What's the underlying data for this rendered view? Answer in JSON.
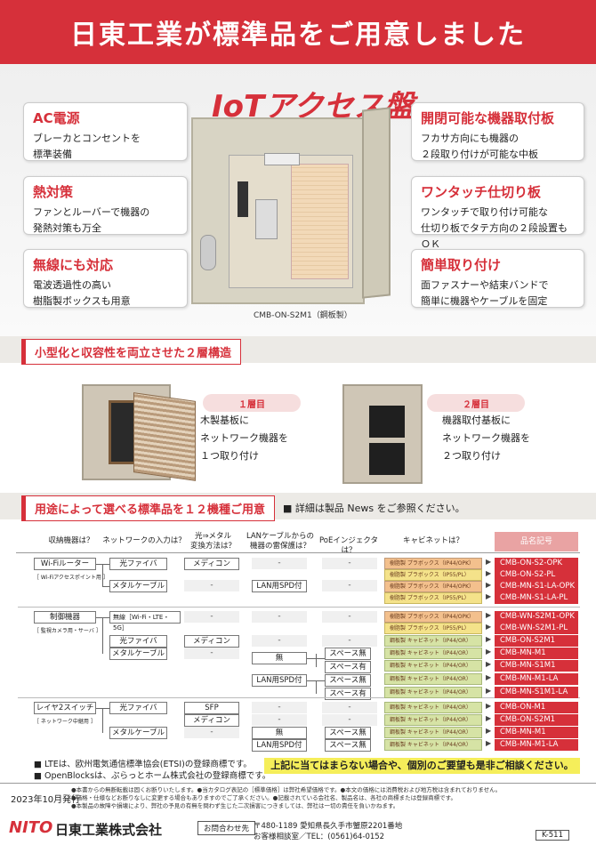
{
  "banner": {
    "title": "日東工業が標準品をご用意しました"
  },
  "hero": {
    "title": "IoTアクセス盤",
    "model": "CMB-ON-S2M1（鋼板製）",
    "features_left": [
      {
        "title": "AC電源",
        "lines": [
          "ブレーカとコンセントを",
          "標準装備"
        ]
      },
      {
        "title": "熱対策",
        "lines": [
          "ファンとルーバーで機器の",
          "発熱対策も万全"
        ]
      },
      {
        "title": "無線にも対応",
        "lines": [
          "電波透過性の高い",
          "樹脂製ボックスも用意"
        ]
      }
    ],
    "features_right": [
      {
        "title": "開閉可能な機器取付板",
        "lines": [
          "フカサ方向にも機器の",
          "２段取り付けが可能な中板"
        ]
      },
      {
        "title": "ワンタッチ仕切り板",
        "lines": [
          "ワンタッチで取り付け可能な",
          "仕切り板でタテ方向の２段設置もＯＫ"
        ]
      },
      {
        "title": "簡単取り付け",
        "lines": [
          "面ファスナーや結束バンドで",
          "簡単に機器やケーブルを固定"
        ]
      }
    ]
  },
  "layers": {
    "section_title": "小型化と収容性を両立させた２層構造",
    "items": [
      {
        "label": "１層目",
        "lines": [
          "木製基板に",
          "ネットワーク機器を",
          "１つ取り付け"
        ]
      },
      {
        "label": "２層目",
        "lines": [
          "機器取付基板に",
          "ネットワーク機器を",
          "２つ取り付け"
        ]
      }
    ]
  },
  "lineup": {
    "section_title": "用途によって選べる標準品を１２機種ご用意",
    "note": "■ 詳細は製品 News をご参照ください。",
    "headers": [
      "収納機器は？",
      "ネットワークの入力は？",
      "光⇒メタル\n変換方法は？",
      "LANケーブルからの\n機器の雷保護は？",
      "PoEインジェクタは？",
      "キャビネットは？",
      "品名記号"
    ],
    "devices": [
      {
        "name": "Wi-Fiルーター",
        "sub": "［ Wi-Fiアクセスポイント用 ］"
      },
      {
        "name": "制御機器",
        "sub": "［ 監視カメラ用・サーバ ］"
      },
      {
        "name": "レイヤ2スイッチ",
        "sub": "［ ネットワーク中継用 ］"
      }
    ],
    "inputs": [
      "光ファイバ",
      "メタルケーブル",
      "無線［Wi-Fi・LTE・5G］",
      "光ファイバ",
      "メタルケーブル",
      "光ファイバ",
      "メタルケーブル"
    ],
    "conv": [
      "メディコン",
      "SFP",
      "メディコン"
    ],
    "surge": [
      "LAN用SPD付",
      "無",
      "LAN用SPD付",
      "無",
      "LAN用SPD付"
    ],
    "poe": [
      "スペース無",
      "スペース有",
      "スペース無",
      "スペース有",
      "スペース無",
      "スペース無"
    ],
    "dash": "-",
    "cabinets": [
      {
        "label": "樹脂製 プラボックス（IP44/OPK）",
        "color": "o"
      },
      {
        "label": "樹脂製 プラボックス（IP55/PL）",
        "color": "y"
      },
      {
        "label": "樹脂製 プラボックス（IP44/OPK）",
        "color": "o"
      },
      {
        "label": "樹脂製 プラボックス（IP55/PL）",
        "color": "y"
      },
      {
        "label": "樹脂製 プラボックス（IP44/OPK）",
        "color": "o"
      },
      {
        "label": "樹脂製 プラボックス（IP55/PL）",
        "color": "y"
      },
      {
        "label": "鋼板製 キャビネット（IP44/OR）",
        "color": "g"
      },
      {
        "label": "鋼板製 キャビネット（IP44/OR）",
        "color": "g"
      },
      {
        "label": "鋼板製 キャビネット（IP44/OR）",
        "color": "g"
      },
      {
        "label": "鋼板製 キャビネット（IP44/OR）",
        "color": "g"
      },
      {
        "label": "鋼板製 キャビネット（IP44/OR）",
        "color": "g"
      },
      {
        "label": "鋼板製 キャビネット（IP44/OR）",
        "color": "g"
      },
      {
        "label": "鋼板製 キャビネット（IP44/OR）",
        "color": "g"
      },
      {
        "label": "鋼板製 キャビネット（IP44/OR）",
        "color": "g"
      },
      {
        "label": "鋼板製 キャビネット（IP44/OR）",
        "color": "g"
      },
      {
        "label": "鋼板製 キャビネット（IP44/OR）",
        "color": "g"
      }
    ],
    "codes": [
      "CMB-ON-S2-OPK",
      "CMB-ON-S2-PL",
      "CMB-MN-S1-LA-OPK",
      "CMB-MN-S1-LA-PL",
      "CMB-WN-S2M1-OPK",
      "CMB-WN-S2M1-PL",
      "CMB-ON-S2M1",
      "CMB-MN-M1",
      "CMB-MN-S1M1",
      "CMB-MN-M1-LA",
      "CMB-MN-S1M1-LA",
      "CMB-ON-M1",
      "CMB-ON-S2M1",
      "CMB-MN-M1",
      "CMB-MN-M1-LA"
    ]
  },
  "footer": {
    "notes": [
      "■ LTEは、欧州電気通信標準協会(ETSI)の登録商標です。",
      "■ OpenBlocksは、ぷらっとホーム株式会社の登録商標です。"
    ],
    "callout": "上記に当てはまらない場合や、個別のご要望も是非ご相談ください。",
    "date": "2023年10月発行",
    "fine": [
      "●本書からの無断転載は固くお断りいたします。●当カタログ表記の［標準価格］は弊社希望価格です。●本文の価格には消費税および地方税は含まれておりません。",
      "●価格・仕様などお断りなしに変更する場合もありますのでご了承ください。●記載されている会社名、製品名は、各社の商標または登録商標です。",
      "●本製品の故障や損壊により、弊社の予見の有無を問わず生じた二次損害につきましては、弊社は一切の責任を負いかねます。"
    ],
    "logo": "NITO",
    "company": "日東工業株式会社",
    "contact_label": "お問合わせ先",
    "address": "〒480-1189 愛知県長久手市蟹原2201番地",
    "tel": "お客様相談室／TEL：(0561)64-0152",
    "doc_no": "K-511"
  },
  "colors": {
    "accent": "#d6303a"
  }
}
